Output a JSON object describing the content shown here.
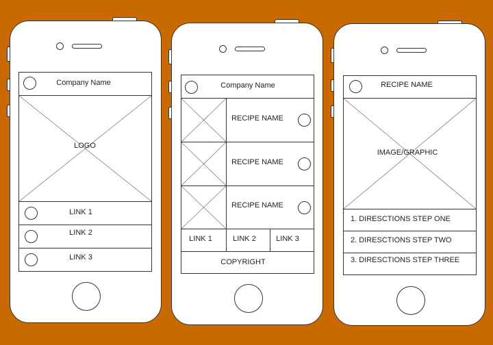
{
  "phone1": {
    "header_title": "Company Name",
    "logo_label": "LOGO",
    "links": [
      "LINK 1",
      "LINK 2",
      "LINK 3"
    ]
  },
  "phone2": {
    "header_title": "Company Name",
    "recipes": [
      "RECIPE NAME",
      "RECIPE NAME",
      "RECIPE NAME"
    ],
    "footer_links": [
      "LINK 1",
      "LINK 2",
      "LINK 3"
    ],
    "copyright": "COPYRIGHT"
  },
  "phone3": {
    "header_title": "RECIPE NAME",
    "image_label": "IMAGE/GRAPHIC",
    "steps": [
      "1. DIRESCTIONS STEP ONE",
      "2. DIRESCTIONS STEP TWO",
      "3. DIRESCTIONS STEP THREE"
    ]
  }
}
